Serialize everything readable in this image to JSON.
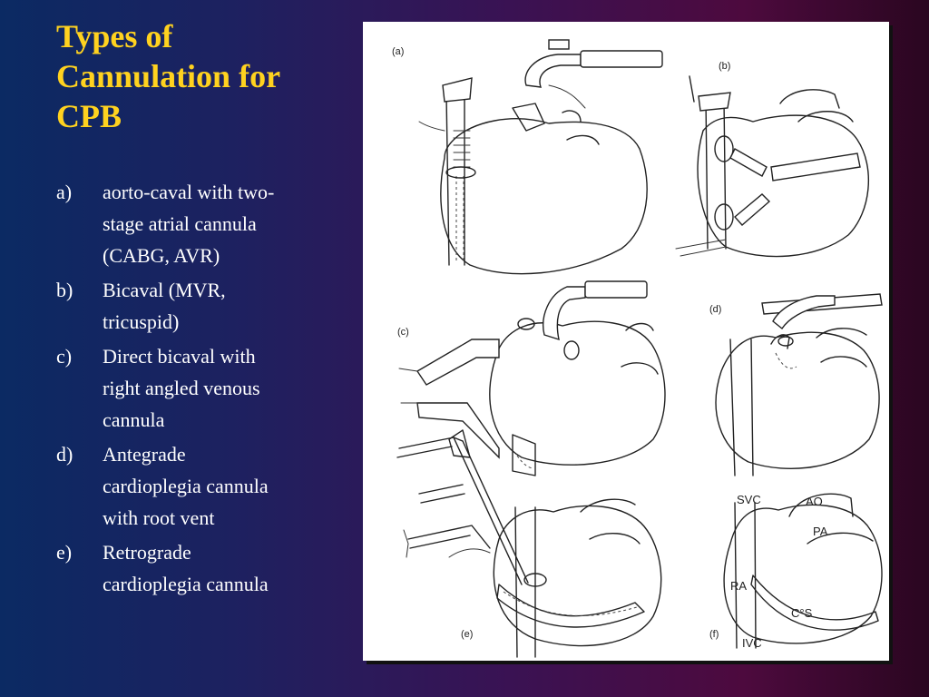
{
  "slide": {
    "title": "Types of\nCannulation for\nCPB",
    "bullets": [
      {
        "marker": "a)",
        "text": "aorto-caval with two-\nstage atrial cannula\n(CABG, AVR)"
      },
      {
        "marker": "b)",
        "text": "Bicaval (MVR,\ntricuspid)"
      },
      {
        "marker": "c)",
        "text": "Direct bicaval with\nright angled venous\ncannula"
      },
      {
        "marker": "d)",
        "text": "Antegrade\ncardioplegia cannula\nwith root vent"
      },
      {
        "marker": "e)",
        "text": "Retrograde\ncardioplegia cannula"
      }
    ]
  },
  "figure": {
    "panel_labels": {
      "a": "(a)",
      "b": "(b)",
      "c": "(c)",
      "d": "(d)",
      "e": "(e)",
      "f": "(f)"
    },
    "anatomy_labels": {
      "svc": "SVC",
      "ao": "AO",
      "pa": "PA",
      "ra": "RA",
      "cs": "C°S",
      "ivc": "IVC"
    }
  },
  "colors": {
    "title": "#ffd21f",
    "text": "#ffffff",
    "figure_bg": "#ffffff",
    "bg_left": "#0b2a63",
    "bg_right": "#4d0a3e"
  }
}
